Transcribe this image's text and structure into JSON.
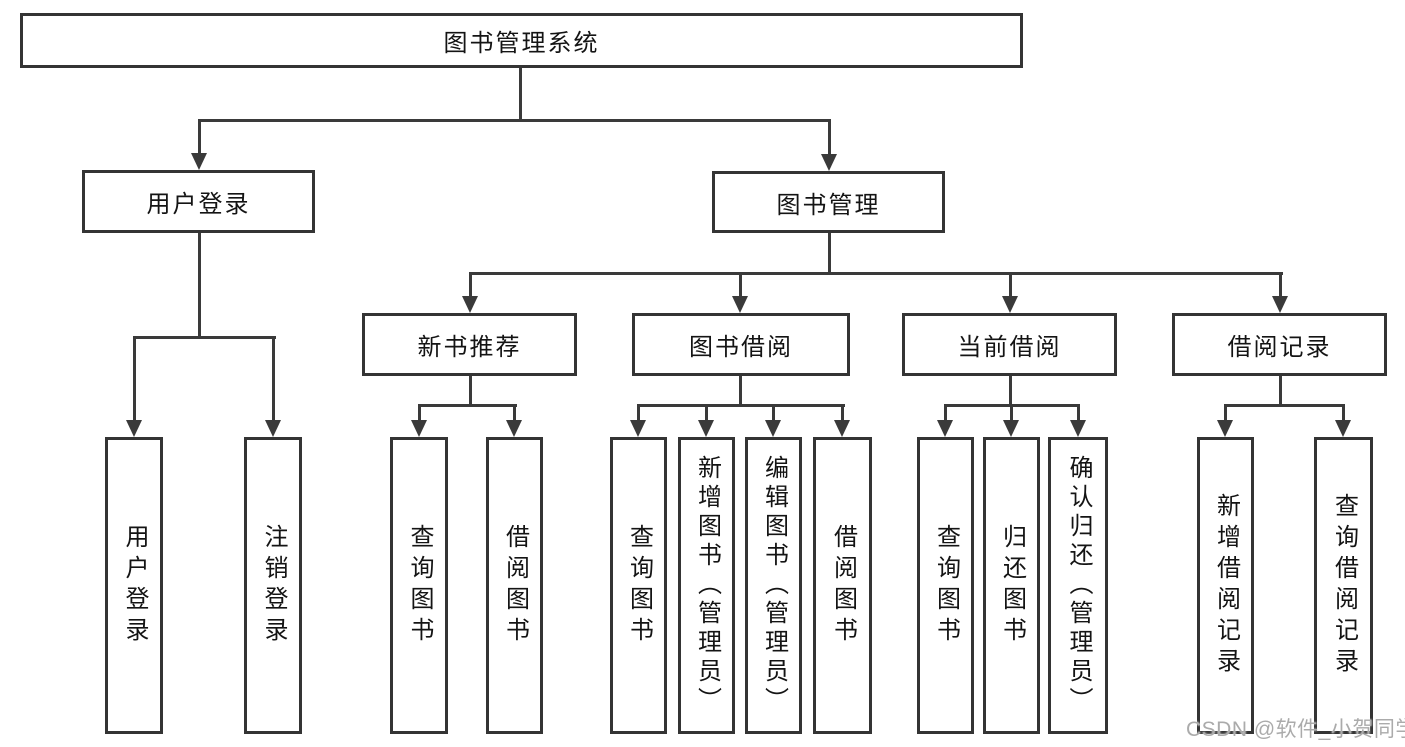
{
  "tree": {
    "label": "图书管理系统",
    "children": [
      {
        "label": "用户登录",
        "children": [
          {
            "label": "用户登录"
          },
          {
            "label": "注销登录"
          }
        ]
      },
      {
        "label": "图书管理",
        "children": [
          {
            "label": "新书推荐",
            "children": [
              {
                "label": "查询图书"
              },
              {
                "label": "借阅图书"
              }
            ]
          },
          {
            "label": "图书借阅",
            "children": [
              {
                "label": "查询图书"
              },
              {
                "label": "新增图书（管理员）"
              },
              {
                "label": "编辑图书（管理员）"
              },
              {
                "label": "借阅图书"
              }
            ]
          },
          {
            "label": "当前借阅",
            "children": [
              {
                "label": "查询图书"
              },
              {
                "label": "归还图书"
              },
              {
                "label": "确认归还（管理员）"
              }
            ]
          },
          {
            "label": "借阅记录",
            "children": [
              {
                "label": "新增借阅记录"
              },
              {
                "label": "查询借阅记录"
              }
            ]
          }
        ]
      }
    ]
  },
  "watermark": "CSDN @软件_小贺同学",
  "colors": {
    "line": "#3a3a3a",
    "border": "#343434",
    "text": "#141414",
    "watermark": "#ababab",
    "background": "#ffffff"
  }
}
